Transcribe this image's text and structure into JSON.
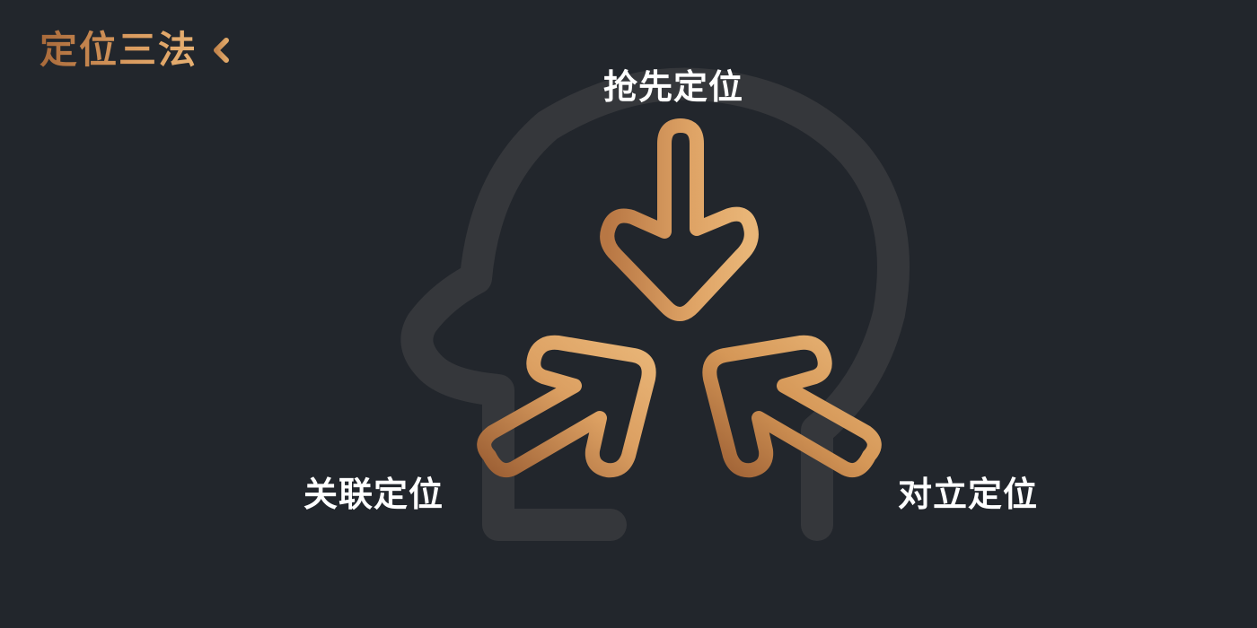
{
  "header": {
    "title": "定位三法",
    "back_icon": "chevron-left-icon"
  },
  "diagram": {
    "background_icon": "head-profile-icon",
    "center_icon": "three-inward-arrows-icon",
    "labels": {
      "top": "抢先定位",
      "left": "关联定位",
      "right": "对立定位"
    }
  },
  "colors": {
    "background": "#22262c",
    "head_outline": "#35373b",
    "accent_dark": "#a8693a",
    "accent_light": "#e7b173",
    "label_text": "#ffffff"
  }
}
